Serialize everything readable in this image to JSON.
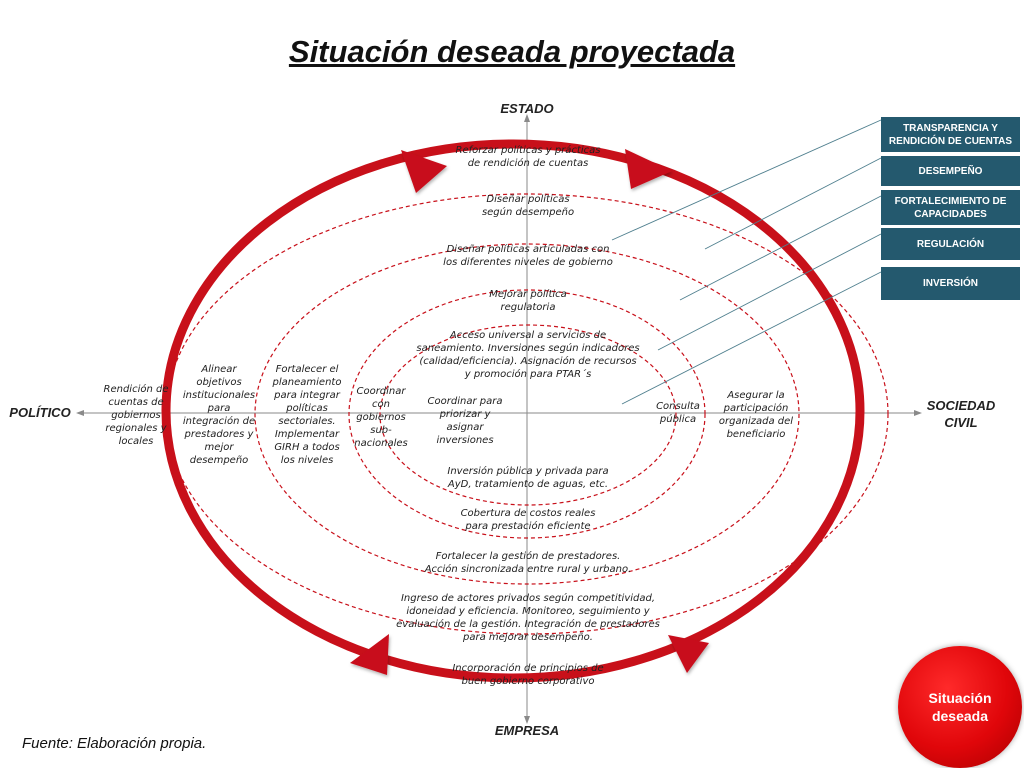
{
  "title": "Situación deseada proyectada",
  "axes": {
    "top": "ESTADO",
    "bottom": "EMPRESA",
    "left": "POLÍTICO",
    "right": "SOCIEDAD\nCIVIL"
  },
  "legend": [
    "TRANSPARENCIA Y\nRENDICIÓN DE CUENTAS",
    "DESEMPEÑO",
    "FORTALECIMIENTO DE\nCAPACIDADES",
    "REGULACIÓN",
    "INVERSIÓN"
  ],
  "top_texts": [
    "Reforzar políticas y prácticas\nde rendición de cuentas",
    "Diseñar políticas\nsegún desempeño",
    "Diseñar políticas articuladas con\nlos diferentes niveles de gobierno",
    "Mejorar política\nregulatoria",
    "Acceso universal a servicios de\nsaneamiento. Inversiones según indicadores\n(calidad/eficiencia). Asignación de recursos\ny promoción para PTAR´s"
  ],
  "left_texts": [
    "Rendición de\ncuentas de\ngobiernos\nregionales y\nlocales",
    "Alinear\nobjetivos\ninstitucionales\npara\nintegración de\nprestadores y\nmejor\ndesempeño",
    "Fortalecer el\nplaneamiento\npara integrar\npolíticas\nsectoriales.\nImplementar\nGIRH a todos\nlos niveles",
    "Coordinar\ncon\ngobiernos\nsub-\nnacionales",
    "Coordinar para\npriorizar y\nasignar\ninversiones"
  ],
  "right_texts": [
    "Consulta\npública",
    "Asegurar la\nparticipación\norganizada del\nbeneficiario"
  ],
  "bottom_texts": [
    "Inversión pública y privada para\nAyD, tratamiento de aguas, etc.",
    "Cobertura de costos reales\npara prestación eficiente",
    "Fortalecer  la gestión de prestadores.\nAcción sincronizada entre rural y urbano.",
    "Ingreso de actores privados según competitividad,\nidoneidad y eficiencia. Monitoreo, seguimiento y\nevaluación de la gestión.  Integración de prestadores\npara mejorar desempeño.",
    "Incorporación de principios de\nbuen gobierno corporativo"
  ],
  "badge": "Situación\ndeseada",
  "source": "Fuente: Elaboración propia.",
  "colors": {
    "ring": "#c8101a",
    "legend_box": "#24596e",
    "leader": "#4f7f8e",
    "axis": "#8a8a8a"
  }
}
